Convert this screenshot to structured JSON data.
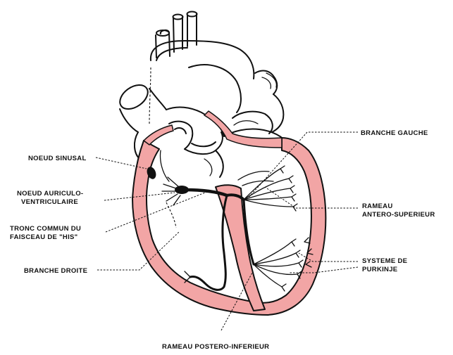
{
  "labels": {
    "noeud_sinusal": "NOEUD SINUSAL",
    "noeud_av_1": "NOEUD AURICULO-",
    "noeud_av_2": "VENTRICULAIRE",
    "tronc_1": "TRONC COMMUN DU",
    "tronc_2": "FAISCEAU DE \"HIS\"",
    "branche_droite": "BRANCHE DROITE",
    "branche_gauche": "BRANCHE GAUCHE",
    "rameau_as_1": "RAMEAU",
    "rameau_as_2": "ANTERO-SUPERIEUR",
    "purkinje_1": "SYSTEME DE",
    "purkinje_2": "PURKINJE",
    "rameau_pi": "RAMEAU POSTERO-INFERIEUR"
  },
  "colors": {
    "myocardium": "#f2a5a5",
    "conduction": "#111111",
    "background": "#ffffff"
  }
}
